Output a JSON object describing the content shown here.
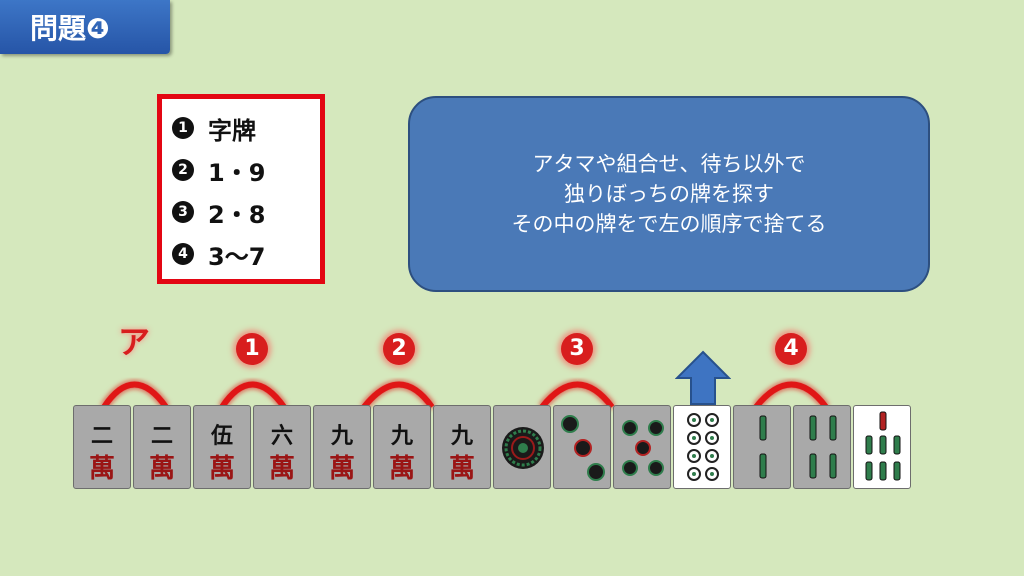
{
  "title": "問題❹",
  "rules": [
    {
      "num": "1",
      "text": "字牌"
    },
    {
      "num": "2",
      "text": "1・9"
    },
    {
      "num": "3",
      "text": "2・8"
    },
    {
      "num": "4",
      "text": "3～7"
    }
  ],
  "bubble_lines": [
    "アタマや組合せ、待ち以外で",
    "独りぼっちの牌を探す",
    "その中の牌をで左の順序で捨てる"
  ],
  "arc_labels": [
    "ア",
    "1",
    "2",
    "3",
    "4"
  ],
  "tiles": [
    {
      "top": "二",
      "bottom": "萬"
    },
    {
      "top": "二",
      "bottom": "萬"
    },
    {
      "top": "伍",
      "bottom": "萬"
    },
    {
      "top": "六",
      "bottom": "萬"
    },
    {
      "top": "九",
      "bottom": "萬"
    },
    {
      "top": "九",
      "bottom": "萬"
    },
    {
      "top": "九",
      "bottom": "萬"
    },
    {
      "icon": "one-pin-icon"
    },
    {
      "icon": "three-pin-icon"
    },
    {
      "icon": "five-pin-icon"
    },
    {
      "icon": "eight-pin-icon",
      "highlight": true
    },
    {
      "icon": "two-sou-icon"
    },
    {
      "icon": "four-sou-icon"
    },
    {
      "icon": "seven-sou-icon"
    }
  ],
  "colors": {
    "background": "#d5e8bd",
    "accent_red": "#e30613",
    "bubble_blue": "#4a79b7"
  }
}
